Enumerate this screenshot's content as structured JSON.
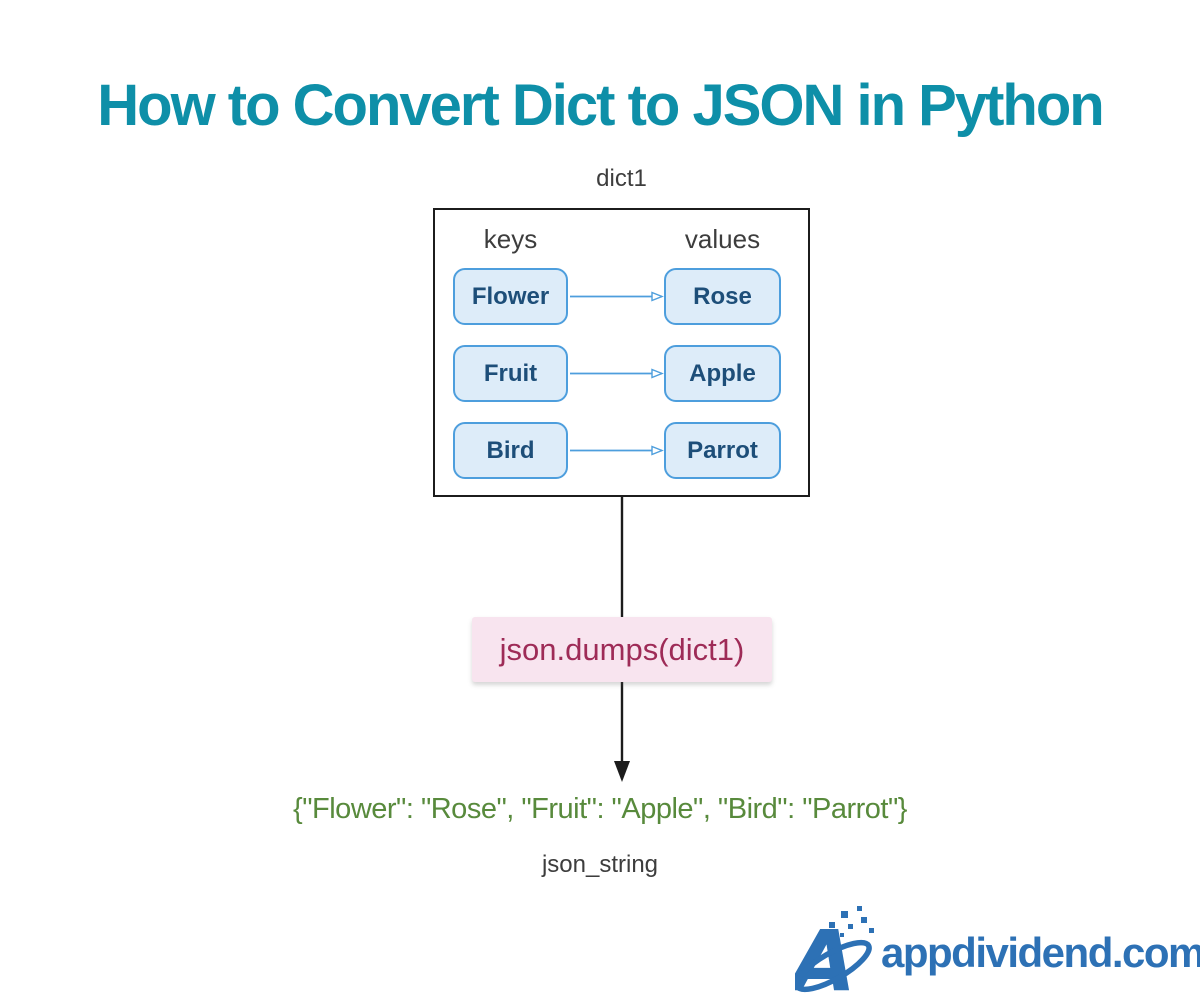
{
  "title": "How to Convert Dict to JSON in Python",
  "diagram": {
    "dict_label": "dict1",
    "keys_header": "keys",
    "values_header": "values",
    "pairs": [
      {
        "key": "Flower",
        "value": "Rose"
      },
      {
        "key": "Fruit",
        "value": "Apple"
      },
      {
        "key": "Bird",
        "value": "Parrot"
      }
    ],
    "function_label": "json.dumps(dict1)",
    "output": "{\"Flower\": \"Rose\", \"Fruit\": \"Apple\", \"Bird\": \"Parrot\"}",
    "output_label": "json_string"
  },
  "branding": {
    "site": "appdividend.com"
  },
  "colors": {
    "title": "#0e8fa8",
    "label-gray": "#3d3d3d",
    "node-fill": "#ddecf9",
    "node-border": "#4d9edd",
    "node-text": "#1d4e79",
    "func-bg": "#f8e4ef",
    "func-text": "#9e2b57",
    "output-green": "#588a3c",
    "brand-blue": "#2d71b5",
    "arrow-black": "#1c1c1c"
  }
}
